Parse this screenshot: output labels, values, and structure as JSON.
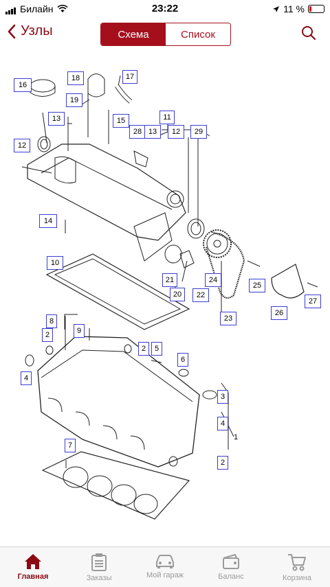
{
  "status_bar": {
    "carrier": "Билайн",
    "time": "23:22",
    "battery": "11 %"
  },
  "nav": {
    "back_label": "Узлы",
    "tabs": [
      "Схема",
      "Список"
    ],
    "active_tab": "Схема"
  },
  "diagram": {
    "callouts": [
      "16",
      "18",
      "17",
      "19",
      "13",
      "15",
      "28",
      "13",
      "11",
      "12",
      "29",
      "12",
      "14",
      "10",
      "21",
      "20",
      "22",
      "24",
      "25",
      "23",
      "26",
      "27",
      "8",
      "9",
      "2",
      "2",
      "5",
      "6",
      "4",
      "3",
      "4",
      "1",
      "7",
      "2"
    ]
  },
  "tab_bar": {
    "items": [
      {
        "label": "Главная",
        "icon": "home-icon",
        "active": true
      },
      {
        "label": "Заказы",
        "icon": "clipboard-icon",
        "active": false
      },
      {
        "label": "Мой гараж",
        "icon": "car-icon",
        "active": false
      },
      {
        "label": "Баланс",
        "icon": "wallet-icon",
        "active": false
      },
      {
        "label": "Корзина",
        "icon": "cart-icon",
        "active": false
      }
    ]
  },
  "colors": {
    "accent": "#a50f1c",
    "callout_border": "#3c3cd0"
  }
}
